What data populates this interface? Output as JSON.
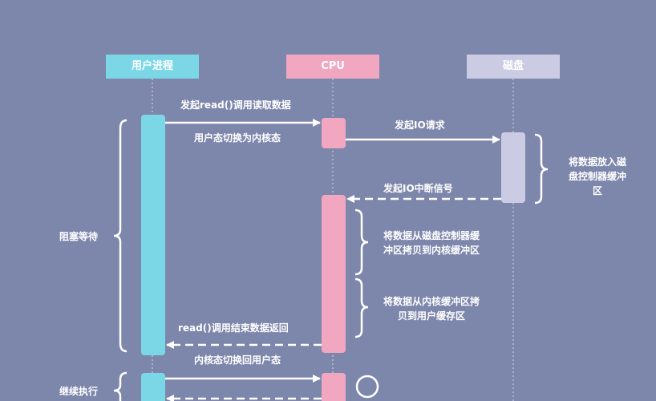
{
  "participants": {
    "user": {
      "label": "用户进程",
      "color": "#7bd7e6"
    },
    "cpu": {
      "label": "CPU",
      "color": "#f1a7c0"
    },
    "disk": {
      "label": "磁盘",
      "color": "#cbcbe3"
    }
  },
  "messages": {
    "read_call": "发起read()调用读取数据",
    "to_kernel": "用户态切换为内核态",
    "io_request": "发起IO请求",
    "io_interrupt": "发起IO中断信号",
    "read_return": "read()调用结束数据返回",
    "to_user": "内核态切换回用户态"
  },
  "notes": {
    "disk_buffer_line1": "将数据放入磁",
    "disk_buffer_line2": "盘控制器缓冲",
    "disk_buffer_line3": "区",
    "copy1_line1": "将数据从磁盘控制器缓",
    "copy1_line2": "冲区拷贝到内核缓冲区",
    "copy2_line1": "将数据从内核缓冲区拷",
    "copy2_line2": "贝到用户缓存区",
    "blocked": "阻塞等待",
    "continue": "继续执行"
  },
  "colors": {
    "background": "#7d86ab",
    "arrow": "#ffffff"
  }
}
